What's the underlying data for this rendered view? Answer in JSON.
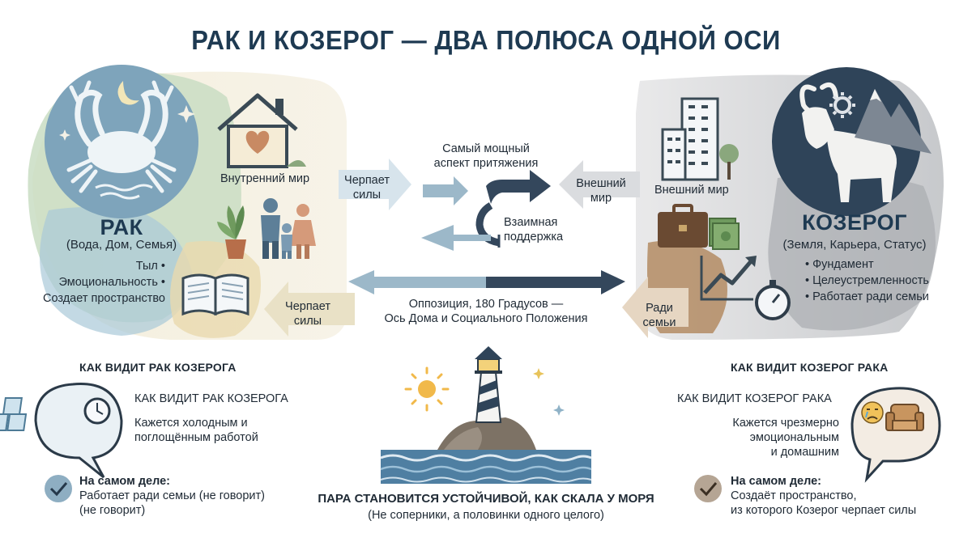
{
  "title": "РАК И КОЗЕРОГ — ДВА ПОЛЮСА ОДНОЙ ОСИ",
  "cancer": {
    "name": "РАК",
    "subtitle": "(Вода, Дом, Семья)",
    "traits": [
      "Тыл",
      "Эмоциональность",
      "Создает пространство"
    ],
    "inner_world": "Внутренний мир",
    "draws_strength_1": "Черпает\nсилы",
    "draws_strength_2": "Черпает\nсилы"
  },
  "capricorn": {
    "name": "КОЗЕРОГ",
    "subtitle": "(Земля, Карьера, Статус)",
    "traits": [
      "Фундамент",
      "Целеустремленность",
      "Работает ради семьи"
    ],
    "outer_world": "Внешний мир",
    "outer_world_arrow": "Внешний\nмир",
    "for_family": "Ради\nсемьи"
  },
  "center": {
    "attraction": "Самый мощный\nаспект притяжения",
    "mutual_support": "Взаимная\nподдержка",
    "opposition": "Оппозиция, 180 Градусов —\nОсь Дома и Социального Положения"
  },
  "left_panel": {
    "header": "КАК ВИДИТ РАК КОЗЕРОГА",
    "bubble_title": "КАК ВИДИТ РАК КОЗЕРОГА",
    "bubble_text": "Кажется холодным и\nпоглощённым работой",
    "reality_label": "На самом деле:",
    "reality_text": "Работает ради семьи (не говорит)\n(не говорит)"
  },
  "right_panel": {
    "header": "КАК ВИДИТ КОЗЕРОГ РАКА",
    "bubble_title": "КАК ВИДИТ КОЗЕРОГ РАКА",
    "bubble_text": "Кажется чрезмерно\nэмоциональным\nи домашним",
    "reality_label": "На самом деле:",
    "reality_text": "Создаёт пространство,\nиз которого Козерог черпает силы"
  },
  "bottom": {
    "headline": "ПАРА СТАНОВИТСЯ УСТОЙЧИВОЙ, КАК СКАЛА У МОРЯ",
    "subline": "(Не соперники, а половинки одного целого)"
  },
  "icons": [
    "crab-icon",
    "moon-icon",
    "house-heart-icon",
    "plant-icon",
    "family-icon",
    "book-icon",
    "building-icon",
    "goat-icon",
    "mountain-icon",
    "gear-icon",
    "briefcase-icon",
    "money-icon",
    "growth-chart-icon",
    "stopwatch-icon",
    "ice-cubes-icon",
    "clock-icon",
    "crying-face-icon",
    "armchair-icon",
    "check-icon",
    "lighthouse-icon",
    "sun-icon"
  ],
  "colors": {
    "cancer_blue": "#8fb3c9",
    "cancer_dark": "#5d7f98",
    "cream": "#efe7cf",
    "sage": "#c9d9b6",
    "capricorn_gray": "#b9bcc0",
    "capricorn_navy": "#2f4459",
    "brown": "#a48462",
    "arrow_light": "#9cb8c9",
    "arrow_dark": "#34475c",
    "title": "#1e3a52"
  }
}
